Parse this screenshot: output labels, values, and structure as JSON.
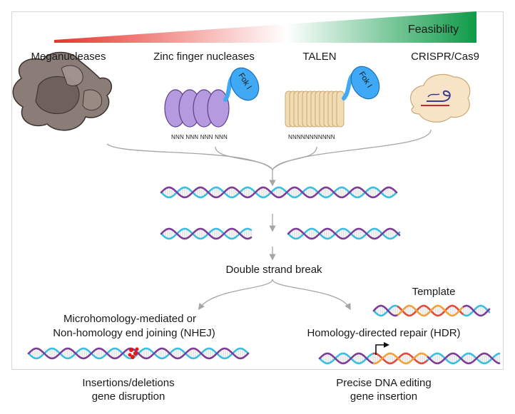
{
  "scale": {
    "label": "Feasibility",
    "colors": {
      "low": "#e8342b",
      "high": "#0f9a48"
    }
  },
  "nucleases": [
    {
      "name": "Meganucleases",
      "color": "#8a7c76"
    },
    {
      "name": "Zinc finger nucleases",
      "color": "#b59ae0",
      "dna_code": "NNN NNN NNN NNN",
      "domain_label": "Fok I"
    },
    {
      "name": "TALEN",
      "color": "#f2dcb4",
      "dna_code": "NNNNNNNNNNN",
      "domain_label": "Fok I"
    },
    {
      "name": "CRISPR/Cas9",
      "color": "#f7e4c6"
    }
  ],
  "steps": {
    "break_label": "Double strand break",
    "template_label": "Template"
  },
  "outcomes": {
    "nhej": {
      "title_line1": "Microhomology-mediated or",
      "title_line2": "Non-homology end joining (NHEJ)",
      "result_line1": "Insertions/deletions",
      "result_line2": "gene disruption"
    },
    "hdr": {
      "title": "Homology-directed repair (HDR)",
      "result_line1": "Precise DNA editing",
      "result_line2": "gene insertion"
    }
  },
  "colors": {
    "dna_blue": "#3bbfe0",
    "dna_purple": "#7d3c98",
    "dna_rung": "#cfcfcf",
    "template_red": "#e24b3a",
    "arrow": "#a5a5a5",
    "fok": "#3fa9f5",
    "lesion": "#e0191b"
  }
}
